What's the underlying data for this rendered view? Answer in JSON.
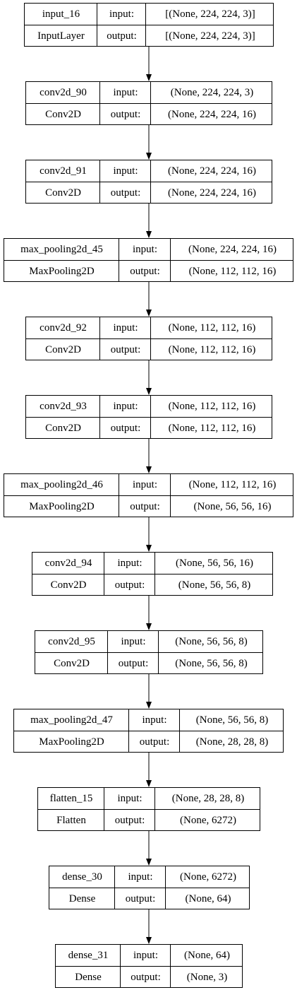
{
  "layers": [
    {
      "name": "input_16",
      "type": "InputLayer",
      "input_label": "input:",
      "output_label": "output:",
      "input_shape": "[(None, 224, 224, 3)]",
      "output_shape": "[(None, 224, 224, 3)]"
    },
    {
      "name": "conv2d_90",
      "type": "Conv2D",
      "input_label": "input:",
      "output_label": "output:",
      "input_shape": "(None, 224, 224, 3)",
      "output_shape": "(None, 224, 224, 16)"
    },
    {
      "name": "conv2d_91",
      "type": "Conv2D",
      "input_label": "input:",
      "output_label": "output:",
      "input_shape": "(None, 224, 224, 16)",
      "output_shape": "(None, 224, 224, 16)"
    },
    {
      "name": "max_pooling2d_45",
      "type": "MaxPooling2D",
      "input_label": "input:",
      "output_label": "output:",
      "input_shape": "(None, 224, 224, 16)",
      "output_shape": "(None, 112, 112, 16)"
    },
    {
      "name": "conv2d_92",
      "type": "Conv2D",
      "input_label": "input:",
      "output_label": "output:",
      "input_shape": "(None, 112, 112, 16)",
      "output_shape": "(None, 112, 112, 16)"
    },
    {
      "name": "conv2d_93",
      "type": "Conv2D",
      "input_label": "input:",
      "output_label": "output:",
      "input_shape": "(None, 112, 112, 16)",
      "output_shape": "(None, 112, 112, 16)"
    },
    {
      "name": "max_pooling2d_46",
      "type": "MaxPooling2D",
      "input_label": "input:",
      "output_label": "output:",
      "input_shape": "(None, 112, 112, 16)",
      "output_shape": "(None, 56, 56, 16)"
    },
    {
      "name": "conv2d_94",
      "type": "Conv2D",
      "input_label": "input:",
      "output_label": "output:",
      "input_shape": "(None, 56, 56, 16)",
      "output_shape": "(None, 56, 56, 8)"
    },
    {
      "name": "conv2d_95",
      "type": "Conv2D",
      "input_label": "input:",
      "output_label": "output:",
      "input_shape": "(None, 56, 56, 8)",
      "output_shape": "(None, 56, 56, 8)"
    },
    {
      "name": "max_pooling2d_47",
      "type": "MaxPooling2D",
      "input_label": "input:",
      "output_label": "output:",
      "input_shape": "(None, 56, 56, 8)",
      "output_shape": "(None, 28, 28, 8)"
    },
    {
      "name": "flatten_15",
      "type": "Flatten",
      "input_label": "input:",
      "output_label": "output:",
      "input_shape": "(None, 28, 28, 8)",
      "output_shape": "(None, 6272)"
    },
    {
      "name": "dense_30",
      "type": "Dense",
      "input_label": "input:",
      "output_label": "output:",
      "input_shape": "(None, 6272)",
      "output_shape": "(None, 64)"
    },
    {
      "name": "dense_31",
      "type": "Dense",
      "input_label": "input:",
      "output_label": "output:",
      "input_shape": "(None, 64)",
      "output_shape": "(None, 3)"
    }
  ]
}
